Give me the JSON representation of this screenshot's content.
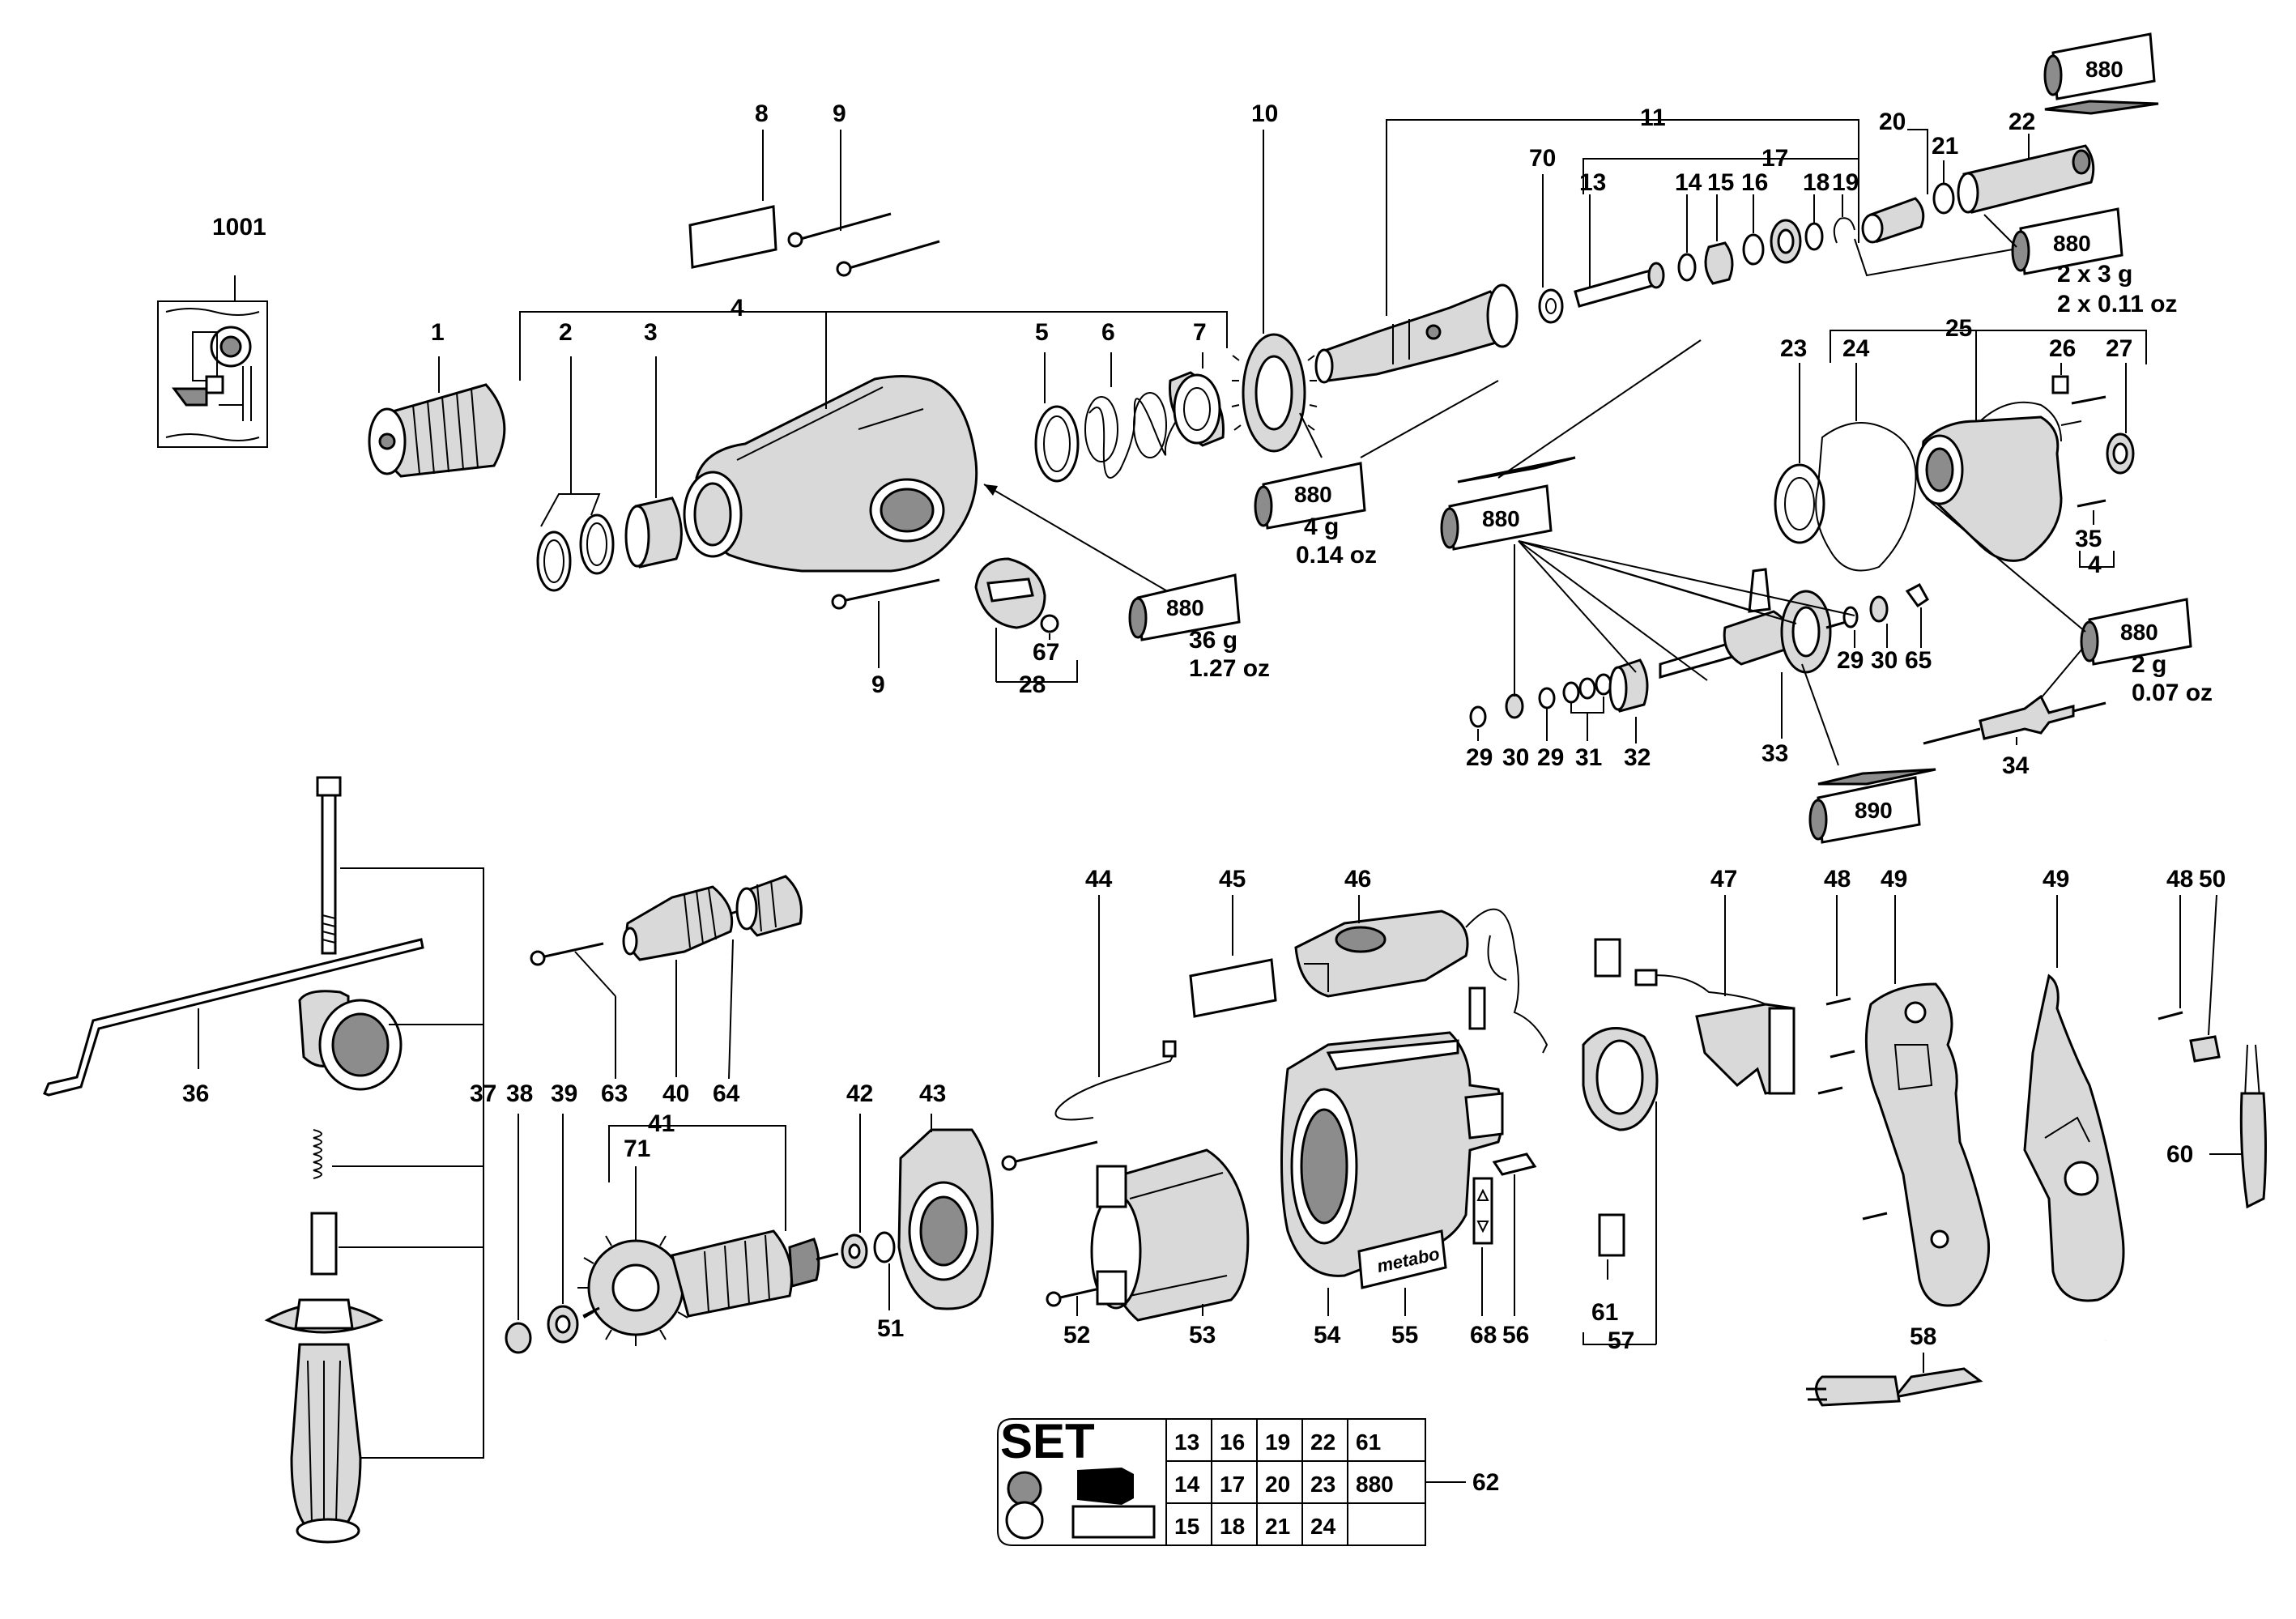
{
  "parts": {
    "p1": "1",
    "p2": "2",
    "p3": "3",
    "p4": "4",
    "p5": "5",
    "p6": "6",
    "p7": "7",
    "p8": "8",
    "p9a": "9",
    "p9b": "9",
    "p10": "10",
    "p11": "11",
    "p13": "13",
    "p14": "14",
    "p15": "15",
    "p16": "16",
    "p17": "17",
    "p18": "18",
    "p19": "19",
    "p20": "20",
    "p21": "21",
    "p22": "22",
    "p23": "23",
    "p24": "24",
    "p25": "25",
    "p26": "26",
    "p27": "27",
    "p28": "28",
    "p29a": "29",
    "p29b": "29",
    "p29c": "29",
    "p30a": "30",
    "p30b": "30",
    "p31": "31",
    "p32": "32",
    "p33": "33",
    "p34": "34",
    "p35": "35",
    "p35sub": "4",
    "p36": "36",
    "p37": "37",
    "p38": "38",
    "p39": "39",
    "p40": "40",
    "p41": "41",
    "p42": "42",
    "p43": "43",
    "p44": "44",
    "p45": "45",
    "p46": "46",
    "p47": "47",
    "p48a": "48",
    "p48b": "48",
    "p49a": "49",
    "p49b": "49",
    "p50": "50",
    "p51": "51",
    "p52": "52",
    "p53": "53",
    "p54": "54",
    "p55": "55",
    "p56": "56",
    "p57": "57",
    "p58": "58",
    "p60": "60",
    "p61": "61",
    "p62": "62",
    "p63": "63",
    "p64": "64",
    "p65": "65",
    "p67": "67",
    "p68": "68",
    "p70": "70",
    "p71": "71",
    "p1001": "1001"
  },
  "grease": {
    "t1": {
      "code": "880",
      "q1": "2 x 3 g",
      "q2": "2 x 0.11 oz"
    },
    "t1top": {
      "code": "880"
    },
    "t2": {
      "code": "880",
      "q1": "4 g",
      "q2": "0.14 oz"
    },
    "t3": {
      "code": "880",
      "q1": "36 g",
      "q2": "1.27 oz"
    },
    "t4": {
      "code": "880"
    },
    "t5": {
      "code": "880",
      "q1": "2 g",
      "q2": "0.07 oz"
    },
    "t6": {
      "code": "890"
    }
  },
  "brand_plate": "metabo",
  "service_set": {
    "title": "SET",
    "rows": [
      [
        "13",
        "16",
        "19",
        "22",
        "61"
      ],
      [
        "14",
        "17",
        "20",
        "23",
        "880"
      ],
      [
        "15",
        "18",
        "21",
        "24",
        ""
      ]
    ],
    "ref": "62"
  }
}
